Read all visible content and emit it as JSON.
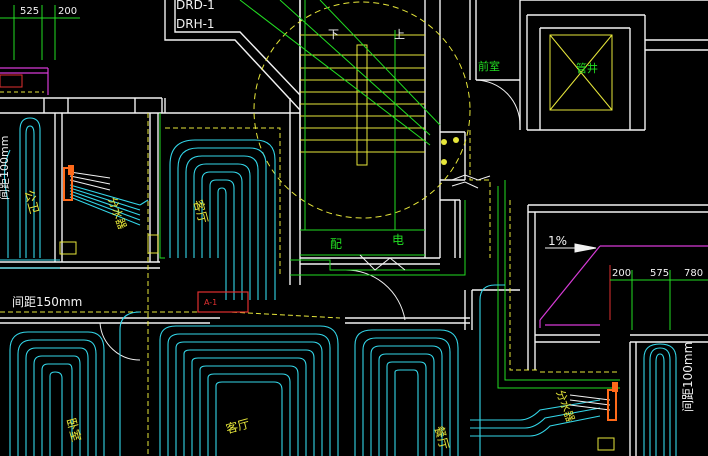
{
  "dims": {
    "d1": "525",
    "d2": "200",
    "d3": "200",
    "d4": "575",
    "d5": "780"
  },
  "tags": {
    "drd": "DRD-1",
    "drh": "DRH-1"
  },
  "stairs": {
    "down": "下",
    "up": "上"
  },
  "rooms": {
    "front_room": "前室",
    "shaft": "管井",
    "public_wc": "公卫",
    "living_main": "客厅",
    "living_lower": "客厅",
    "bedroom": "卧室",
    "living_right": "餐厅",
    "collector_left": "分水器",
    "collector_right": "分水器",
    "elec_left": "配",
    "elec_right": "电"
  },
  "spacing_left": "间距150mm",
  "spacing_left_top": "间距100mm",
  "spacing_right": "间距100mm",
  "slope": "1%",
  "red_tag": "A-1",
  "colors": {
    "cyan": "#33d6e8",
    "white": "#f2f2f2",
    "yellow": "#e6e63a",
    "green": "#22dd22",
    "magenta": "#d63bd6",
    "red": "#e03030",
    "orange": "#ff6a1a"
  }
}
